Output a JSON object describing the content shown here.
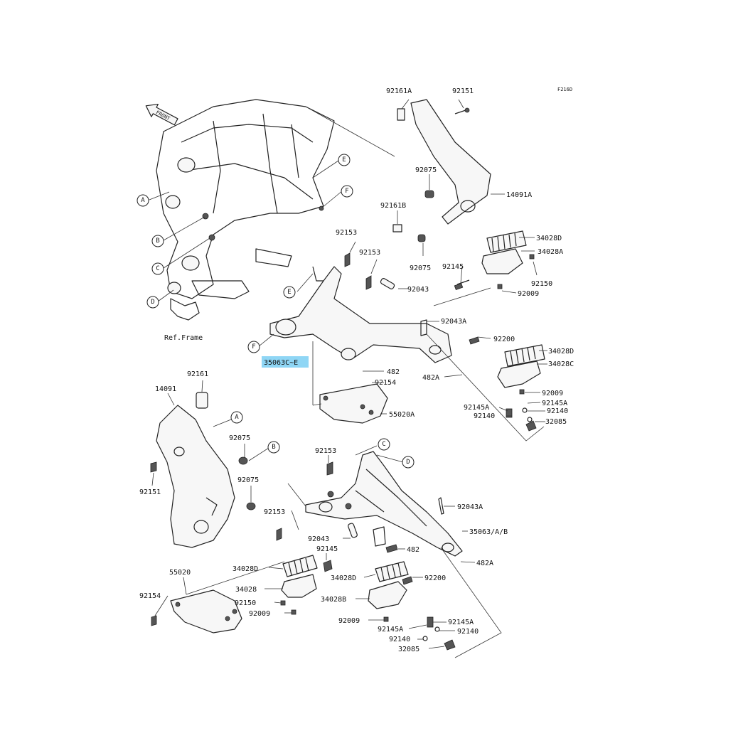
{
  "diagram_code": "F216D",
  "front_label": "FRONT",
  "ref_frame": "Ref.Frame",
  "callouts": [
    "A",
    "B",
    "C",
    "D",
    "E",
    "F"
  ],
  "parts": {
    "p92161A": "92161A",
    "p92151_top": "92151",
    "p92075_a": "92075",
    "p14091A": "14091A",
    "p92161B": "92161B",
    "p92153_a": "92153",
    "p92153_b": "92153",
    "p34028D_a": "34028D",
    "p34028A": "34028A",
    "p92075_b": "92075",
    "p92145_a": "92145",
    "p92150_a": "92150",
    "p92043_a": "92043",
    "p92009_a": "92009",
    "p92043A_a": "92043A",
    "p92200_a": "92200",
    "p34028D_b": "34028D",
    "p34028C": "34028C",
    "p35063CE": "35063C~E",
    "p482_a": "482",
    "p92154_a": "92154",
    "p482A_a": "482A",
    "p92009_b": "92009",
    "p92145A_a": "92145A",
    "p92145A_b": "92145A",
    "p92140_a": "92140",
    "p92140_b": "92140",
    "p55020A": "55020A",
    "p32085_a": "32085",
    "p92161": "92161",
    "p14091": "14091",
    "p92075_c": "92075",
    "p92153_c": "92153",
    "p92151_b": "92151",
    "p92075_d": "92075",
    "p92153_d": "92153",
    "p92043A_b": "92043A",
    "p92043_b": "92043",
    "p92145_b": "92145",
    "p35063AB": "35063/A/B",
    "p482_b": "482",
    "p482A_b": "482A",
    "p55020": "55020",
    "p34028D_c": "34028D",
    "p34028D_d": "34028D",
    "p34028": "34028",
    "p92200_b": "92200",
    "p92154_b": "92154",
    "p92150_b": "92150",
    "p34028B": "34028B",
    "p92009_c": "92009",
    "p92009_d": "92009",
    "p92145A_c": "92145A",
    "p92145A_d": "92145A",
    "p92140_c": "92140",
    "p92140_d": "92140",
    "p32085_b": "32085"
  },
  "colors": {
    "highlight": "#8fd6f5",
    "line": "#222222"
  }
}
